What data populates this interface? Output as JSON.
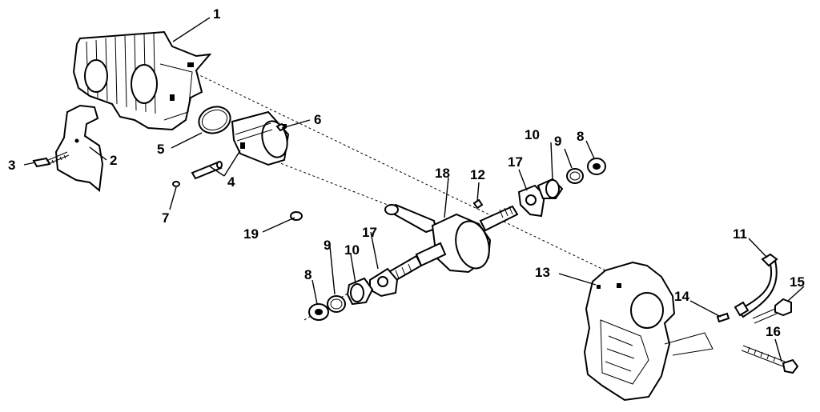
{
  "diagram": {
    "labels": {
      "1": "1",
      "2": "2",
      "3": "3",
      "4": "4",
      "5": "5",
      "6": "6",
      "7": "7",
      "8a": "8",
      "8b": "8",
      "9a": "9",
      "9b": "9",
      "10a": "10",
      "10b": "10",
      "11": "11",
      "12": "12",
      "13": "13",
      "14": "14",
      "15": "15",
      "16": "16",
      "17a": "17",
      "17b": "17",
      "18": "18",
      "19": "19"
    },
    "colors": {
      "ink": "#000000",
      "paper": "#ffffff"
    }
  }
}
